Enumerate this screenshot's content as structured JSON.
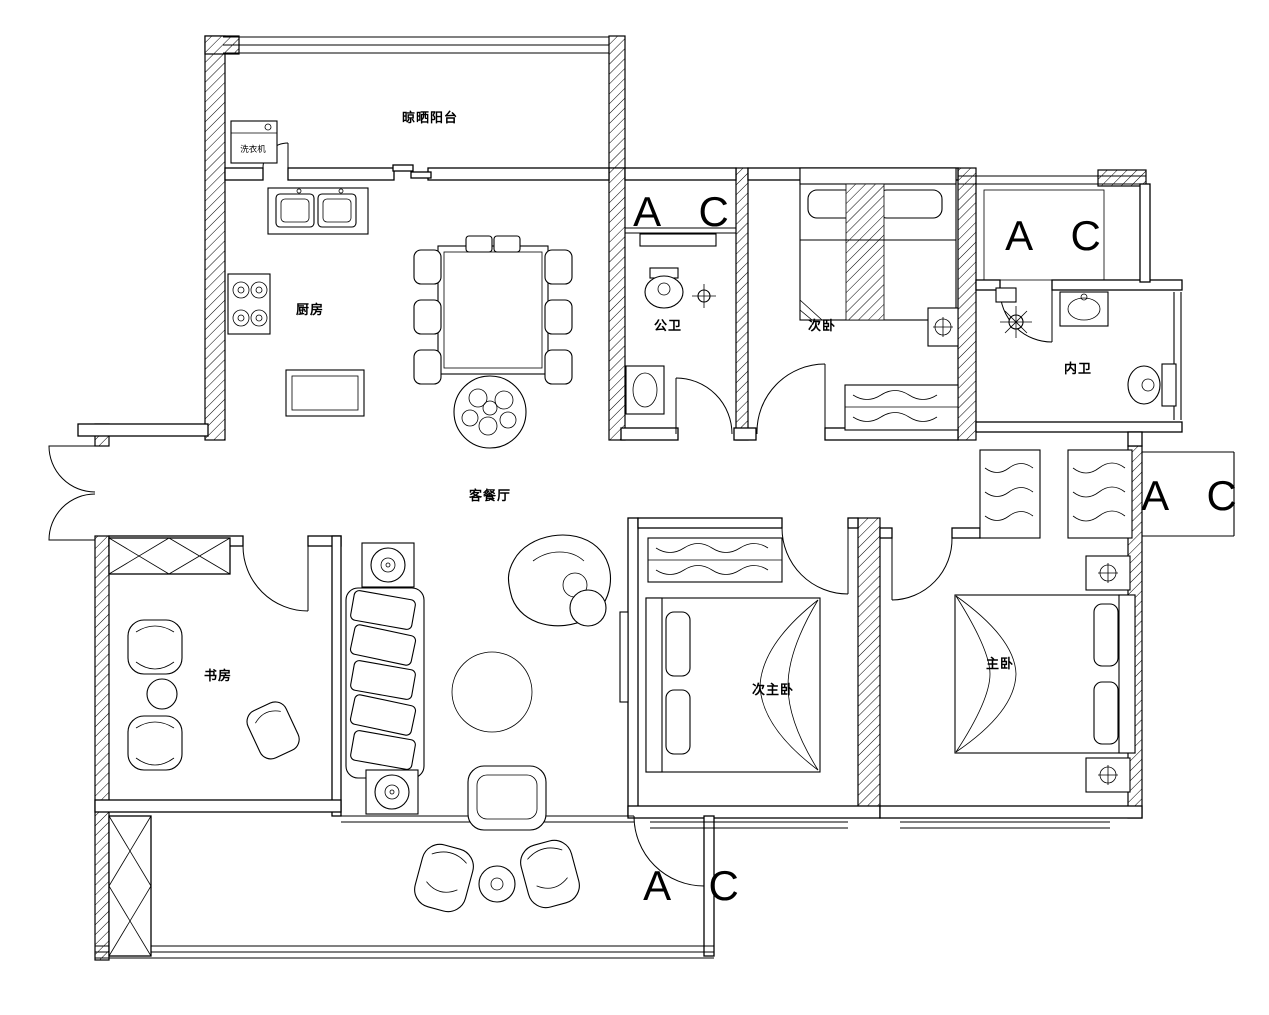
{
  "rooms": {
    "drying_balcony": "晾晒阳台",
    "washing_machine": "洗衣机",
    "kitchen": "厨房",
    "public_bathroom": "公卫",
    "secondary_bedroom": "次卧",
    "ensuite_bathroom": "内卫",
    "living_dining_room": "客餐厅",
    "study": "书房",
    "second_master_bedroom": "次主卧",
    "master_bedroom": "主卧"
  },
  "ac_labels": [
    "A C",
    "A C",
    "A C",
    "A C"
  ],
  "colors": {
    "line": "#000000",
    "background": "#ffffff"
  }
}
